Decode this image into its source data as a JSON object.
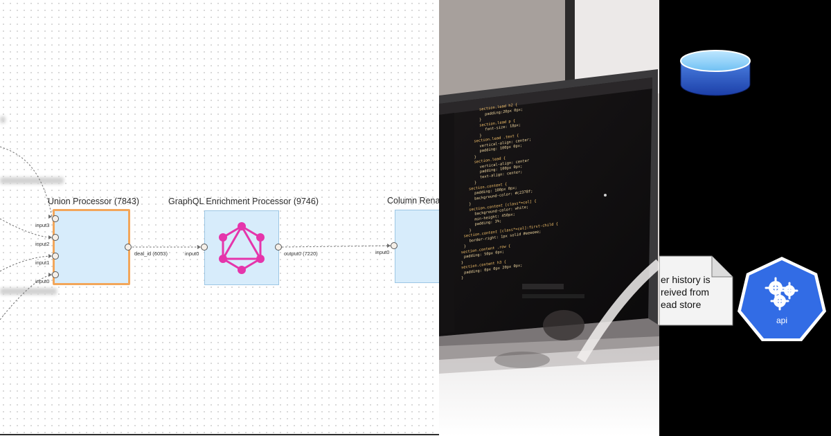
{
  "editor": {
    "nodes": [
      {
        "id": "union",
        "title": "Union Processor (7843)",
        "inputs": [
          "input3",
          "input2",
          "input1",
          "input0"
        ],
        "output_label": "deal_id (6053)"
      },
      {
        "id": "graphql",
        "title": "GraphQL Enrichment Processor (9746)",
        "input_label": "input0",
        "output_label": "output0 (7220)",
        "icon": "graphql-icon"
      },
      {
        "id": "rename",
        "title": "Column Rena",
        "input_label": "input0"
      }
    ]
  },
  "photo": {
    "code_lines": [
      "section.lead h2 {",
      "padding:20px 0px;",
      "}",
      "section.lead p {",
      "font-size: 18px;",
      "}",
      "section.lead .text {",
      "vertical-align: center;",
      "padding: 100px 0px;",
      "}",
      "section.lead {",
      "vertical-align: center",
      "padding: 100px 0px;",
      "text-align: center;",
      "}",
      "section.content {",
      "padding: 100px 0px;",
      "background-color: #c2378f;",
      "}",
      "section.content [class*=col] {",
      "background-color: white;",
      "min-height: 450px;",
      "padding: 3%;",
      "}",
      "section.content [class*=col]:first-child {",
      "border-right: 1px solid #eeeeee;",
      "}",
      "section.content .row {",
      "padding: 50px 0px;",
      "}",
      "section.content h3 {",
      "padding: 0px 0px 20px 0px;",
      "}"
    ]
  },
  "architecture": {
    "note_lines": [
      "er history is",
      "reived from",
      "ead store"
    ],
    "api_label": "api",
    "icons": [
      "database-icon",
      "kubernetes-api-icon"
    ]
  }
}
